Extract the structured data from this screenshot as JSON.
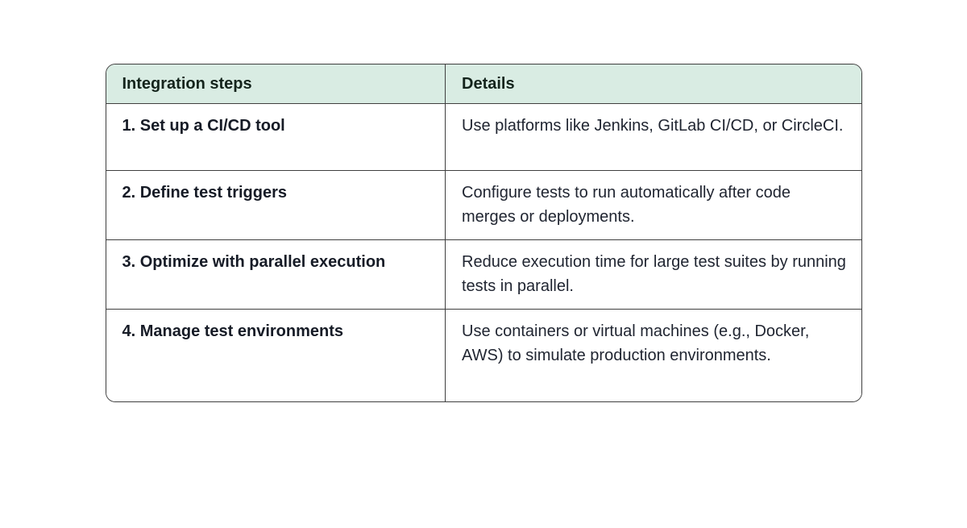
{
  "table": {
    "columns": [
      {
        "label": "Integration steps"
      },
      {
        "label": "Details"
      }
    ],
    "rows": [
      {
        "step": "1. Set up a CI/CD tool",
        "details": "Use platforms like Jenkins, GitLab CI/CD, or CircleCI."
      },
      {
        "step": "2. Define test triggers",
        "details": "Configure tests to run automatically after code merges or deployments."
      },
      {
        "step": "3. Optimize with parallel execution",
        "details": "Reduce execution time for large test suites by running tests in parallel."
      },
      {
        "step": "4. Manage test environments",
        "details": "Use containers or virtual machines (e.g., Docker, AWS) to simulate production environments."
      }
    ],
    "colors": {
      "header_bg": "#d9ece3",
      "border": "#3f3f3f",
      "text": "#1f2430"
    }
  }
}
